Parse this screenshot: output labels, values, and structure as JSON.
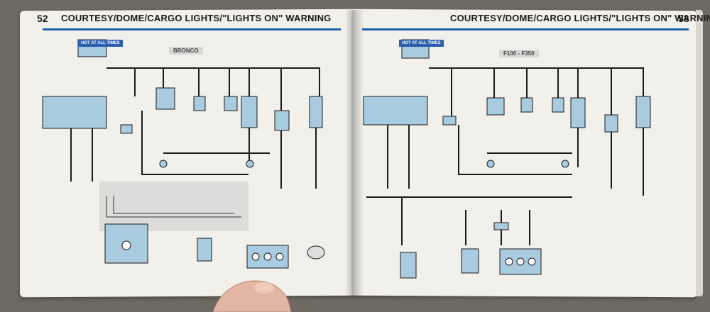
{
  "left_page": {
    "number": "52",
    "title": "COURTESY/DOME/CARGO LIGHTS/\"LIGHTS ON\" WARNING",
    "model_tag": "BRONCO",
    "fuse_label": "HOT AT ALL TIMES"
  },
  "right_page": {
    "number": "53",
    "title": "COURTESY/DOME/CARGO LIGHTS/\"LIGHTS ON\" WARNING",
    "model_tag": "F100 - F350",
    "fuse_label": "HOT AT ALL TIMES"
  },
  "colors": {
    "component_blue": "#a9cbe0",
    "header_rule": "#1f5fa8",
    "paper": "#f2f0ea",
    "wire": "#1a1a1a"
  }
}
